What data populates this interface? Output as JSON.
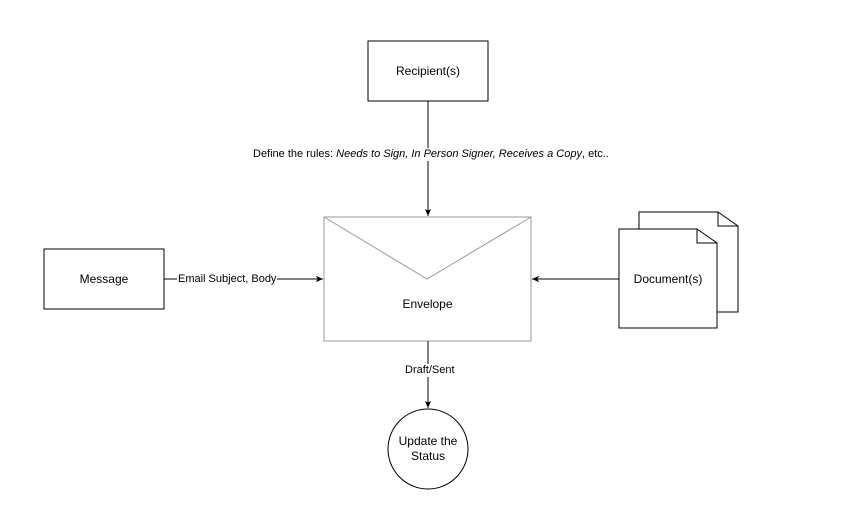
{
  "nodes": {
    "recipients": {
      "label": "Recipient(s)"
    },
    "message": {
      "label": "Message"
    },
    "envelope": {
      "label": "Envelope"
    },
    "documents": {
      "label": "Document(s)"
    },
    "status": {
      "label_line1": "Update the",
      "label_line2": "Status"
    }
  },
  "edges": {
    "recipients_to_envelope": {
      "prefix": "Define the rules: ",
      "italic": "Needs to Sign, In Person Signer, Receives a Copy",
      "suffix": ", etc.."
    },
    "message_to_envelope": {
      "label": "Email Subject, Body"
    },
    "envelope_to_status": {
      "label": "Draft/Sent"
    }
  },
  "colors": {
    "stroke": "#000000",
    "envelope_stroke": "#999999",
    "fill": "#ffffff"
  }
}
